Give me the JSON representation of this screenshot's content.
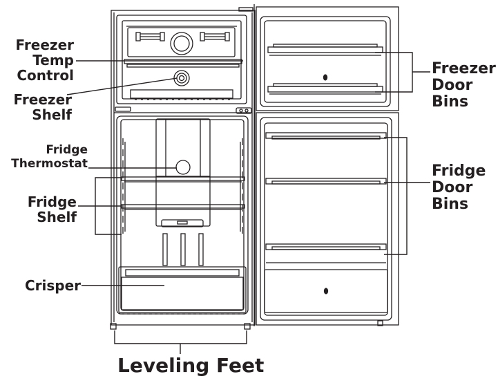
{
  "labels": {
    "freezer_temp_control": [
      "Freezer",
      "Temp",
      "Control"
    ],
    "freezer_shelf": [
      "Freezer",
      "Shelf"
    ],
    "fridge_thermostat": [
      "Fridge",
      "Thermostat"
    ],
    "fridge_shelf": [
      "Fridge",
      "Shelf"
    ],
    "crisper": "Crisper",
    "leveling_feet": "Leveling Feet",
    "freezer_door_bins": [
      "Freezer",
      "Door",
      "Bins"
    ],
    "fridge_door_bins": [
      "Fridge",
      "Door",
      "Bins"
    ]
  },
  "colors": {
    "line": "#231f20",
    "background": "#ffffff"
  }
}
